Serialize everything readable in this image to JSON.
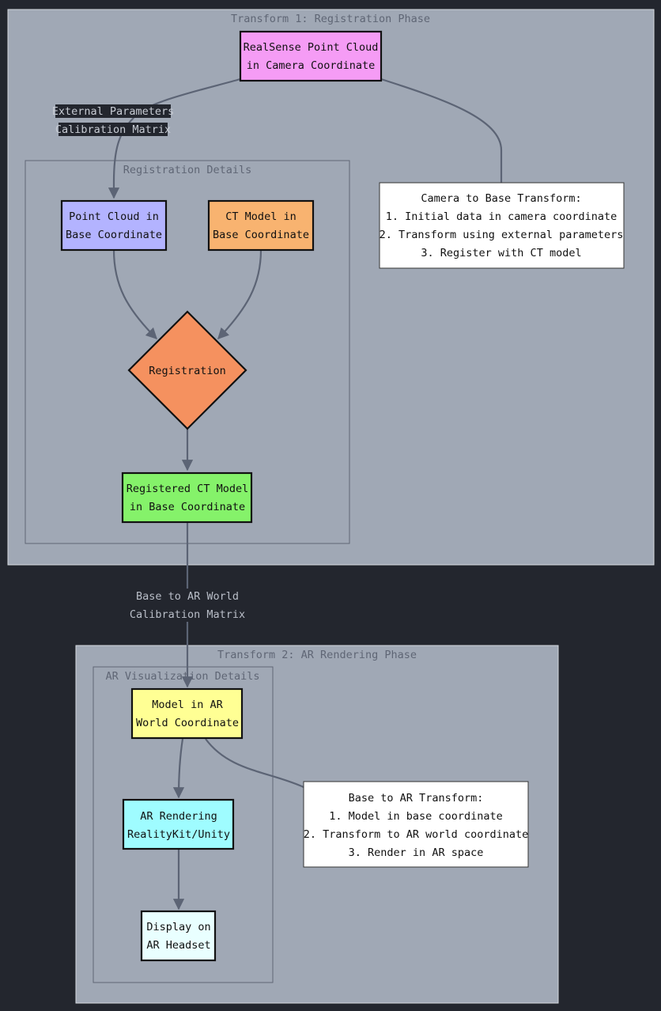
{
  "clusters": {
    "transform1": {
      "title": "Transform 1: Registration Phase"
    },
    "registration_details": {
      "title": "Registration Details"
    },
    "transform2": {
      "title": "Transform 2: AR Rendering Phase"
    },
    "ar_details": {
      "title": "AR Visualization Details"
    }
  },
  "nodes": {
    "realsense": {
      "lines": [
        "RealSense Point Cloud",
        "in Camera Coordinate"
      ],
      "color": "#f59cf5"
    },
    "point_cloud_base": {
      "lines": [
        "Point Cloud in",
        "Base Coordinate"
      ],
      "color": "#b3b3ff"
    },
    "ct_model_base": {
      "lines": [
        "CT Model in",
        "Base Coordinate"
      ],
      "color": "#f8b370"
    },
    "registration": {
      "lines": [
        "Registration"
      ],
      "color": "#f5915f"
    },
    "registered_ct": {
      "lines": [
        "Registered CT Model",
        "in Base Coordinate"
      ],
      "color": "#85f26a"
    },
    "model_ar": {
      "lines": [
        "Model in AR",
        "World Coordinate"
      ],
      "color": "#ffff94"
    },
    "ar_rendering": {
      "lines": [
        "AR Rendering",
        "RealityKit/Unity"
      ],
      "color": "#9ffcff"
    },
    "display": {
      "lines": [
        "Display on",
        "AR Headset"
      ],
      "color": "#e9ffff"
    }
  },
  "notes": {
    "camera_to_base": {
      "lines": [
        "Camera to Base Transform:",
        "1. Initial data in camera coordinate",
        "2. Transform using external parameters",
        "3. Register with CT model"
      ]
    },
    "base_to_ar": {
      "lines": [
        "Base to AR Transform:",
        "1. Model in base coordinate",
        "2. Transform to AR world coordinate",
        "3. Render in AR space"
      ]
    }
  },
  "edge_labels": {
    "external_params": {
      "lines": [
        "External Parameters",
        "Calibration Matrix"
      ]
    },
    "base_to_ar_world": {
      "lines": [
        "Base to AR World",
        "Calibration Matrix"
      ]
    }
  },
  "colors": {
    "background": "#23262e",
    "cluster_fill": "#a0a8b5",
    "edge": "#5c6475"
  }
}
